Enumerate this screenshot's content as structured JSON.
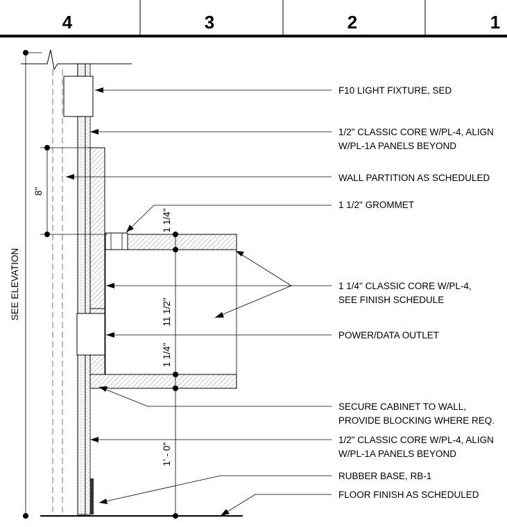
{
  "header": {
    "columns": [
      "4",
      "3",
      "2",
      "1"
    ]
  },
  "notes": [
    [
      "F10 LIGHT FIXTURE, SED"
    ],
    [
      "1/2\" CLASSIC CORE W/PL-4, ALIGN",
      "W/PL-1A PANELS BEYOND"
    ],
    [
      "WALL PARTITION AS SCHEDULED"
    ],
    [
      "1 1/2\" GROMMET"
    ],
    [
      "1 1/4\" CLASSIC CORE W/PL-4,",
      "SEE FINISH SCHEDULE"
    ],
    [
      "POWER/DATA OUTLET"
    ],
    [
      "SECURE CABINET TO WALL,",
      "PROVIDE BLOCKING WHERE REQ."
    ],
    [
      "1/2\" CLASSIC CORE W/PL-4, ALIGN",
      "W/PL-1A PANELS BEYOND"
    ],
    [
      "RUBBER BASE, RB-1"
    ],
    [
      "FLOOR FINISH AS SCHEDULED"
    ]
  ],
  "dimensions": {
    "overall": "SEE ELEVATION",
    "upper_panel": "8\"",
    "top_shelf": "1 1/4\"",
    "cabinet_opening": "11 1/2\"",
    "bottom_shelf": "1 1/4\"",
    "base_height": "1' - 0\""
  }
}
